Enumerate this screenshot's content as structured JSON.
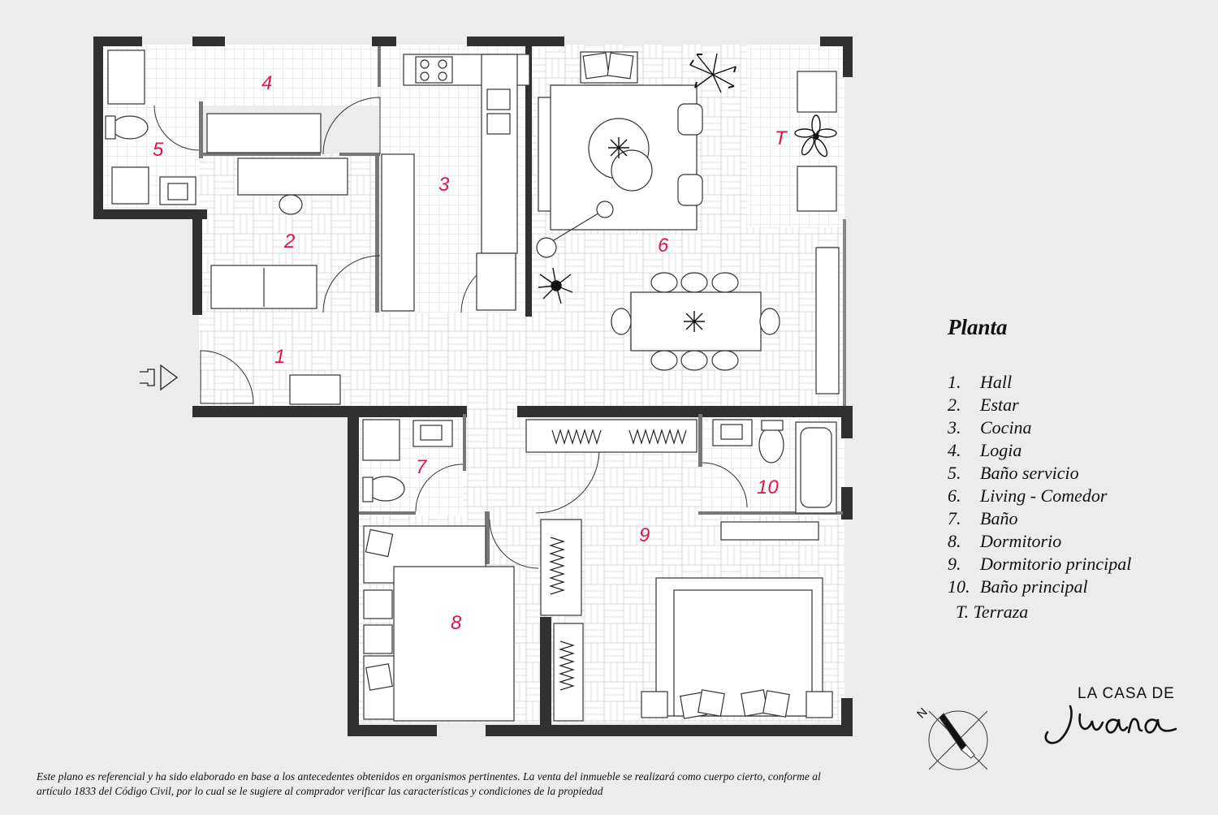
{
  "rooms": {
    "r1": "1",
    "r2": "2",
    "r3": "3",
    "r4": "4",
    "r5": "5",
    "r6": "6",
    "r7": "7",
    "r8": "8",
    "r9": "9",
    "r10": "10",
    "rT": "T"
  },
  "legend": {
    "title": "Planta",
    "items": [
      {
        "num": "1.",
        "label": "Hall"
      },
      {
        "num": "2.",
        "label": "Estar"
      },
      {
        "num": "3.",
        "label": "Cocina"
      },
      {
        "num": "4.",
        "label": "Logia"
      },
      {
        "num": "5.",
        "label": "Baño servicio"
      },
      {
        "num": "6.",
        "label": "Living - Comedor"
      },
      {
        "num": "7.",
        "label": "Baño"
      },
      {
        "num": "8.",
        "label": "Dormitorio"
      },
      {
        "num": "9.",
        "label": "Dormitorio principal"
      },
      {
        "num": "10.",
        "label": "Baño principal"
      }
    ],
    "terrace": "T. Terraza"
  },
  "disclaimer": "Este plano es referencial y ha sido elaborado en base a los antecedentes obtenidos en organismos pertinentes.  La venta del inmueble se realizará como cuerpo cierto, conforme al artículo 1833 del Código Civil, por lo cual se le sugiere al comprador verificar las características y condiciones de la propiedad",
  "brand": {
    "line1": "LA CASA DE",
    "script": "Juana"
  },
  "compass": {
    "label": "N"
  },
  "colors": {
    "wall": "#303030",
    "room_number": "#e0154a",
    "background": "#ececec",
    "floor": "#ffffff"
  }
}
